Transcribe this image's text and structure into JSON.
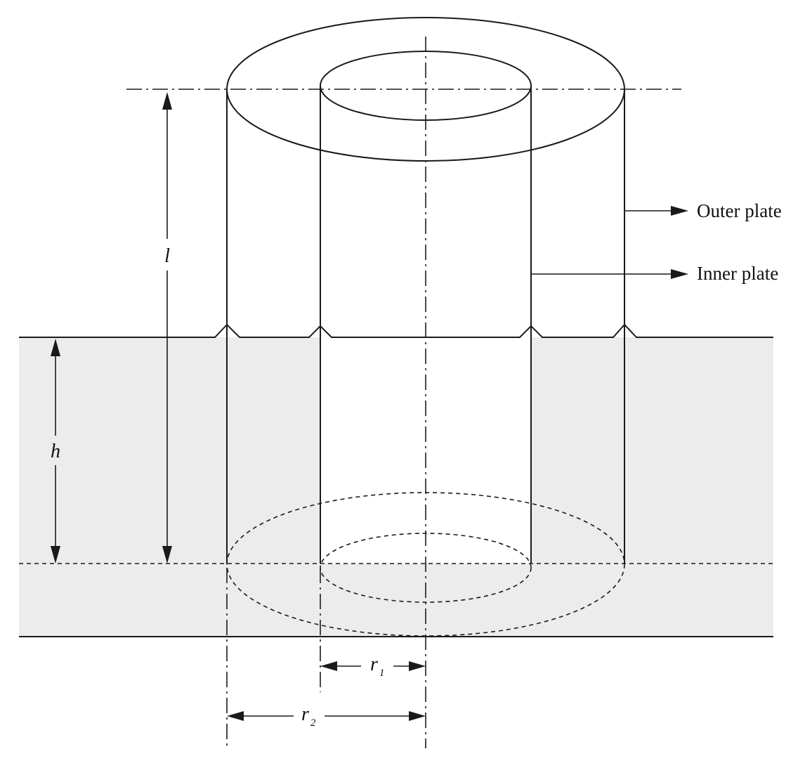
{
  "labels": {
    "outer_plate": "Outer plate",
    "inner_plate": "Inner plate",
    "length": "l",
    "height": "h",
    "r1_main": "r",
    "r1_sub": "1",
    "r2_main": "r",
    "r2_sub": "2"
  },
  "colors": {
    "liquid_fill": "#ececec",
    "line": "#1a1a1a"
  }
}
